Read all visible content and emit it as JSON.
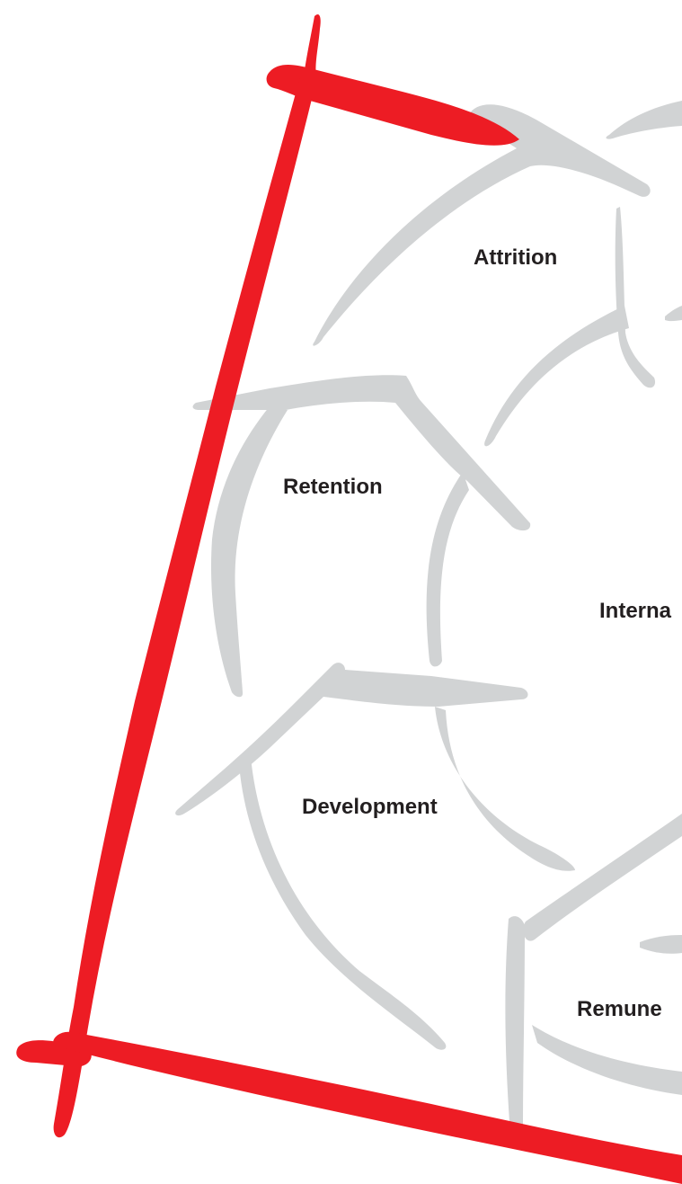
{
  "colors": {
    "frame": "#ed1c24",
    "arrows": "#d1d3d4",
    "text": "#231f20",
    "background": "#ffffff"
  },
  "cycle": {
    "stages": [
      {
        "id": "attrition",
        "label": "Attrition"
      },
      {
        "id": "retention",
        "label": "Retention"
      },
      {
        "id": "internal",
        "label": "Interna"
      },
      {
        "id": "development",
        "label": "Development"
      },
      {
        "id": "remuneration",
        "label": "Remune"
      }
    ]
  }
}
